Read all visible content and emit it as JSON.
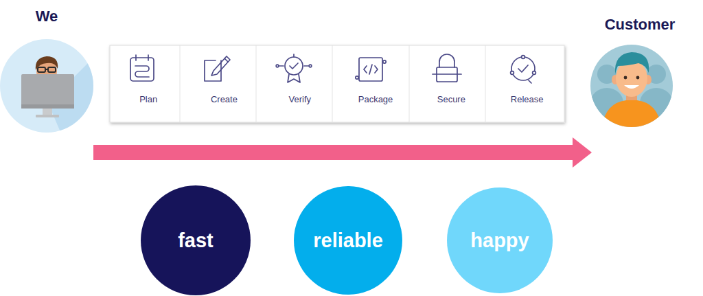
{
  "diagram": {
    "nodes": [
      {
        "text": [
          "We"
        ]
      },
      {
        "text": [
          "Plan"
        ]
      },
      {
        "text": [
          "Create"
        ]
      },
      {
        "text": [
          "Verify"
        ]
      },
      {
        "text": [
          "Package"
        ]
      },
      {
        "text": [
          "Secure"
        ]
      },
      {
        "text": [
          "Release"
        ]
      },
      {
        "text": [
          "Customer"
        ]
      },
      {
        "text": [
          "fast"
        ]
      },
      {
        "text": [
          "reliable"
        ]
      },
      {
        "text": [
          "happy"
        ]
      }
    ],
    "edges": [
      {
        "from": 0,
        "to": 7,
        "arrow": "to"
      }
    ]
  }
}
